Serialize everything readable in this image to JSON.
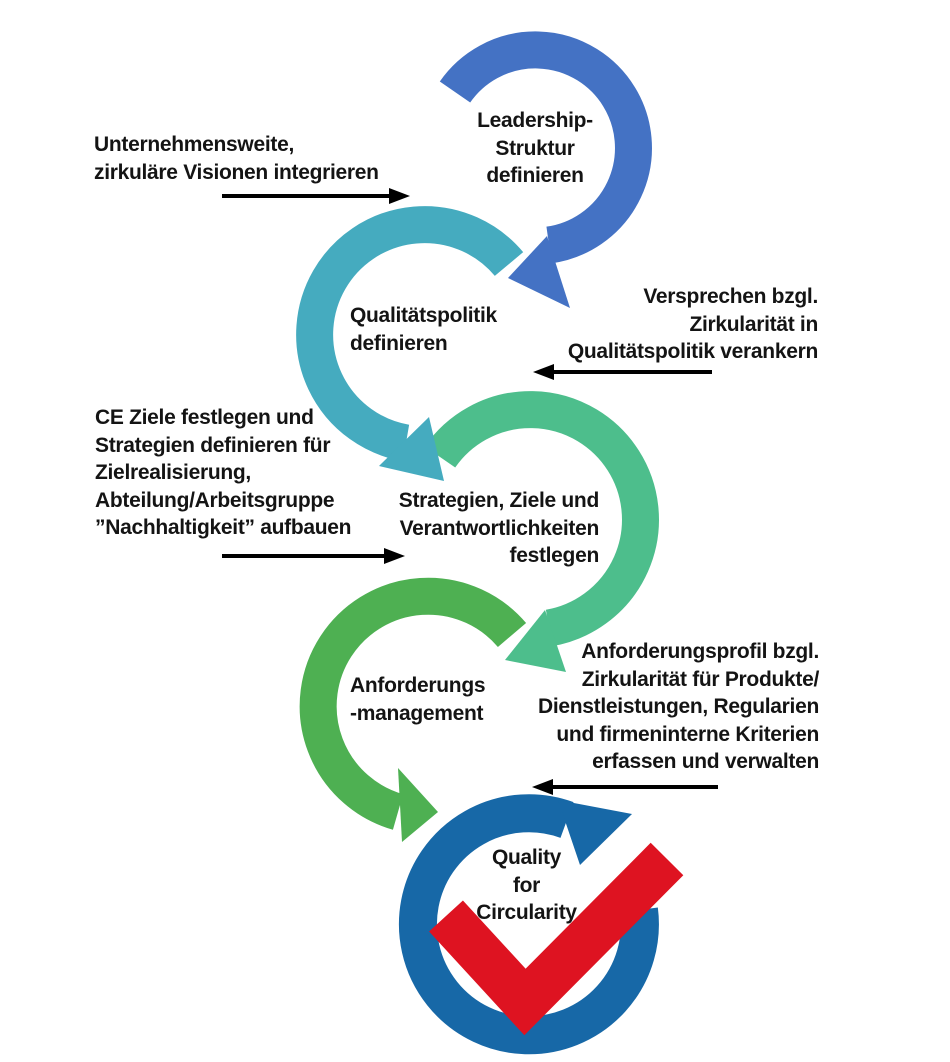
{
  "diagram_type": "circular process flow (quality management for circular economy)",
  "colors": {
    "background": "#ffffff",
    "text": "#141414",
    "connector": "#000000",
    "checkmark": "#DE1321"
  },
  "steps": [
    {
      "id": "leadership-struktur",
      "label": "Leadership-\nStruktur\ndefinieren",
      "color": "#4472C4"
    },
    {
      "id": "qualitaetspolitik",
      "label": "Qualitätspolitik\ndefinieren",
      "color": "#45ABBF"
    },
    {
      "id": "strategien-ziele",
      "label": "Strategien, Ziele und\nVerantwortlichkeiten\nfestlegen",
      "color": "#4DBE8C"
    },
    {
      "id": "anforderungsmanagement",
      "label": "Anforderungs\n-management",
      "color": "#4EB052"
    },
    {
      "id": "quality-for-circularity",
      "label": "Quality\nfor\nCircularity",
      "color": "#1768A7"
    }
  ],
  "annotations": [
    {
      "id": "visionen",
      "arrow_direction": "right",
      "text": "Unternehmensweite,\nzirkuläre Visionen integrieren"
    },
    {
      "id": "versprechen",
      "arrow_direction": "left",
      "text": "Versprechen bzgl.\nZirkularität in\nQualitätspolitik verankern"
    },
    {
      "id": "ce-ziele",
      "arrow_direction": "right",
      "text": "CE Ziele festlegen und\nStrategien definieren für\nZielrealisierung,\nAbteilung/Arbeitsgruppe\n”Nachhaltigkeit” aufbauen"
    },
    {
      "id": "anforderungsprofil",
      "arrow_direction": "left",
      "text": "Anforderungsprofil bzgl.\nZirkularität für Produkte/\nDienstleistungen, Regularien\nund firmeninterne Kriterien\nerfassen und verwalten"
    }
  ]
}
